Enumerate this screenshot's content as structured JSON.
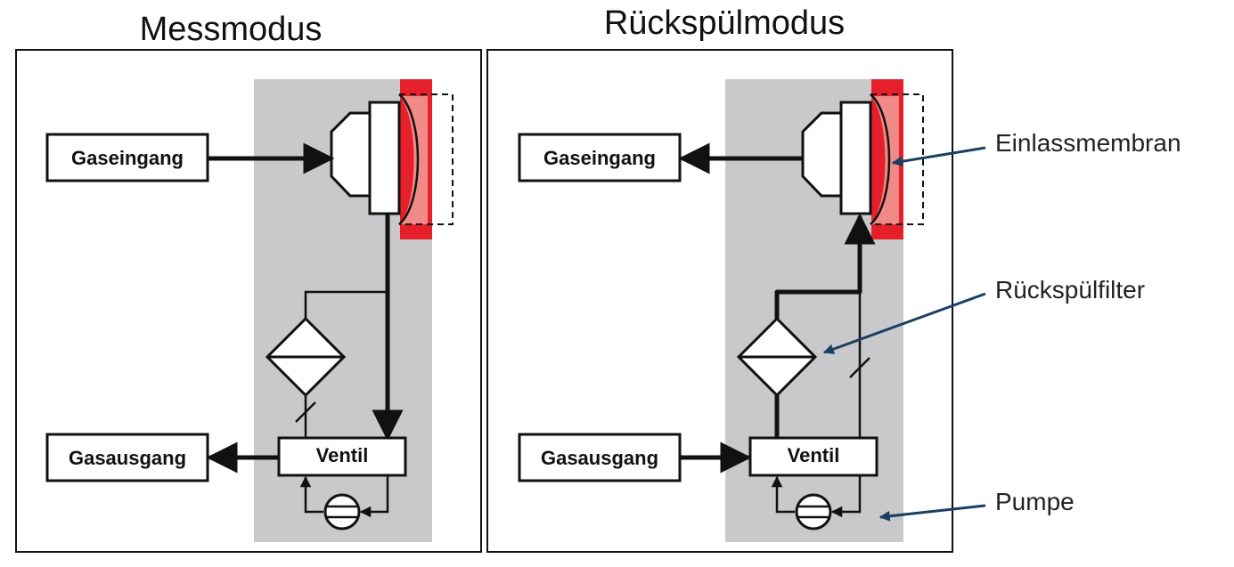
{
  "panels": {
    "left": {
      "title": "Messmodus",
      "gas_in_label": "Gaseingang",
      "gas_out_label": "Gasausgang",
      "valve_label": "Ventil"
    },
    "right": {
      "title": "Rückspülmodus",
      "gas_in_label": "Gaseingang",
      "gas_out_label": "Gasausgang",
      "valve_label": "Ventil"
    }
  },
  "callouts": {
    "membrane": "Einlassmembran",
    "backflush_filter": "Rückspülfilter",
    "pump": "Pumpe"
  },
  "colors": {
    "module_background": "#c9c9cb",
    "membrane_red": "#e5202a",
    "membrane_pink": "#f08a86",
    "callout_line": "#1b3f63",
    "stroke": "#111111"
  }
}
